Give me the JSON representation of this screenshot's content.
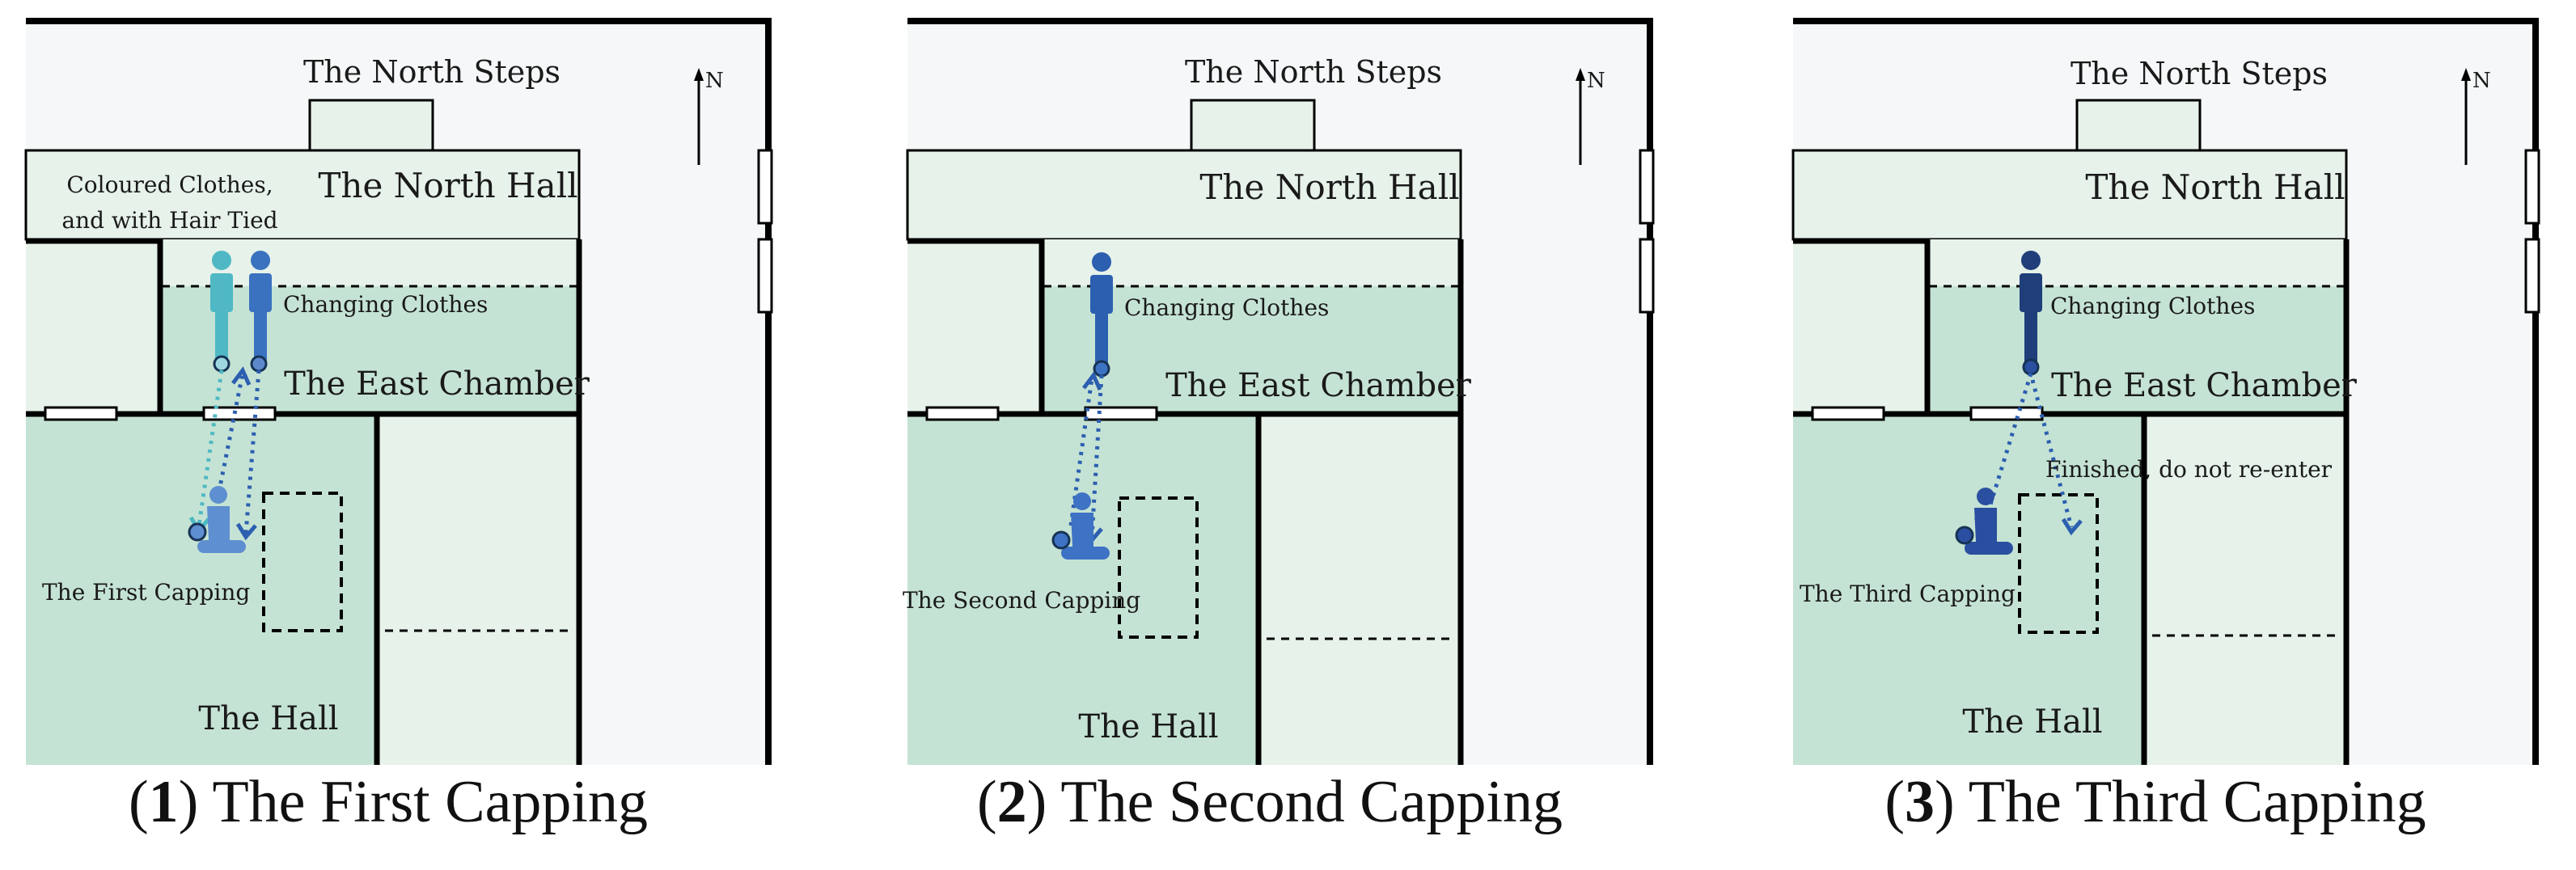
{
  "panels": [
    {
      "number": "1",
      "caption": "The First Capping",
      "north_steps": "The North Steps",
      "north_hall": "The North Hall",
      "east_chamber": "The East Chamber",
      "hall": "The Hall",
      "compass": "N",
      "changing": "Changing Clothes",
      "note_line1": "Coloured Clothes,",
      "note_line2": "and with Hair Tied",
      "capping_label": "The First Capping",
      "finished_note": "",
      "colors": {
        "figure_a": "#4fb8c4",
        "figure_b": "#3a72c0",
        "kneel": "#5e8fd0"
      }
    },
    {
      "number": "2",
      "caption": "The Second Capping",
      "north_steps": "The North Steps",
      "north_hall": "The North Hall",
      "east_chamber": "The East Chamber",
      "hall": "The Hall",
      "compass": "N",
      "changing": "Changing Clothes",
      "note_line1": "",
      "note_line2": "",
      "capping_label": "The Second Capping",
      "finished_note": "",
      "colors": {
        "figure_b": "#2c5fb0",
        "kneel": "#3e72c4"
      }
    },
    {
      "number": "3",
      "caption": "The Third Capping",
      "north_steps": "The North Steps",
      "north_hall": "The North Hall",
      "east_chamber": "The East Chamber",
      "hall": "The Hall",
      "compass": "N",
      "changing": "Changing Clothes",
      "note_line1": "",
      "note_line2": "",
      "capping_label": "The Third Capping",
      "finished_note": "Finished, do not re-enter",
      "colors": {
        "figure_b": "#1f3e7a",
        "kneel": "#2a4fa0"
      }
    }
  ],
  "palette": {
    "outer": "#f5f7f8",
    "light": "#e6f2ea",
    "mid": "#c5e3d4",
    "wall": "#000000"
  }
}
